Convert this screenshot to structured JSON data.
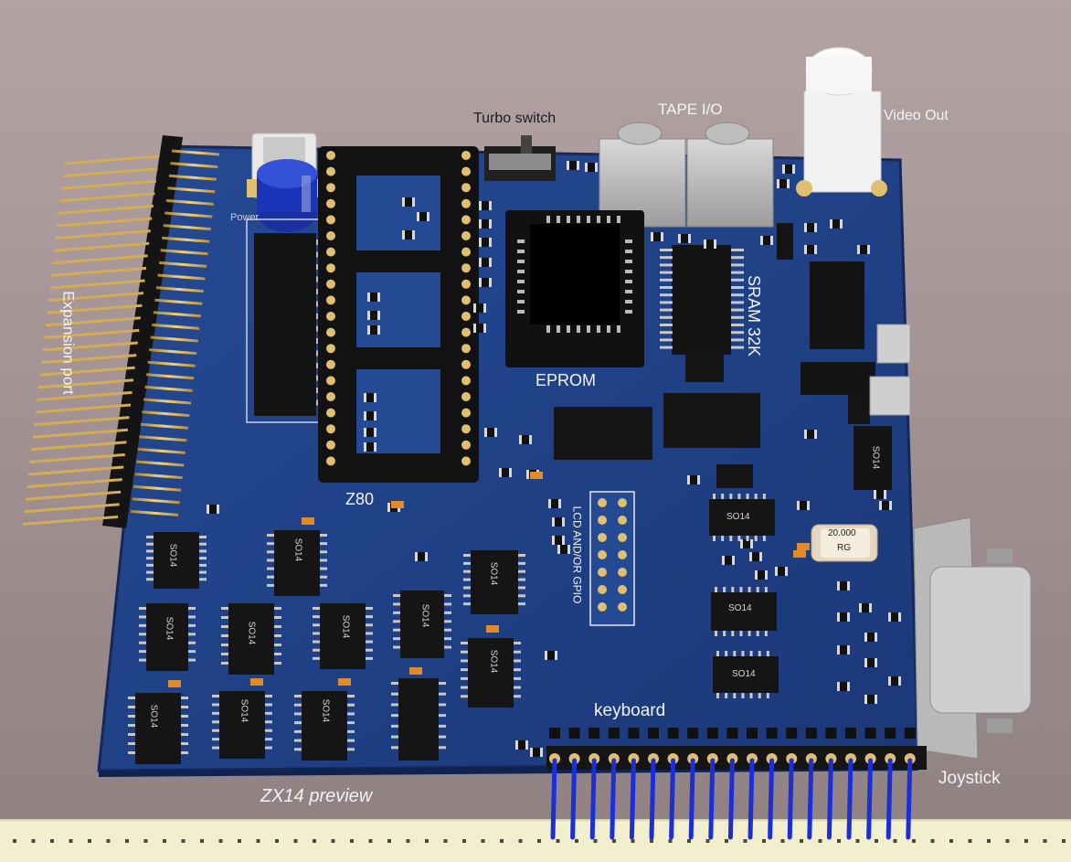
{
  "labels": {
    "turbo_switch": "Turbo switch",
    "tape_io": "TAPE I/O",
    "video_out": "Video Out",
    "power": "Power",
    "expansion_port": "Expansion port",
    "sram": "SRAM 32K",
    "eprom": "EPROM",
    "z80": "Z80",
    "lcd_gpio": "LCD AND/OR GPIO",
    "keyboard": "keyboard",
    "joystick": "Joystick",
    "preview": "ZX14 preview"
  },
  "chip_markings": {
    "so14": "SO14",
    "crystal_line1": "20.000",
    "crystal_line2": "RG"
  },
  "colors": {
    "pcb": "#1f3f86",
    "pcb_edge": "#14285a",
    "gold": "#d9b45a",
    "ribbon": "#1c2fd6",
    "breadboard": "#f2efcf"
  }
}
